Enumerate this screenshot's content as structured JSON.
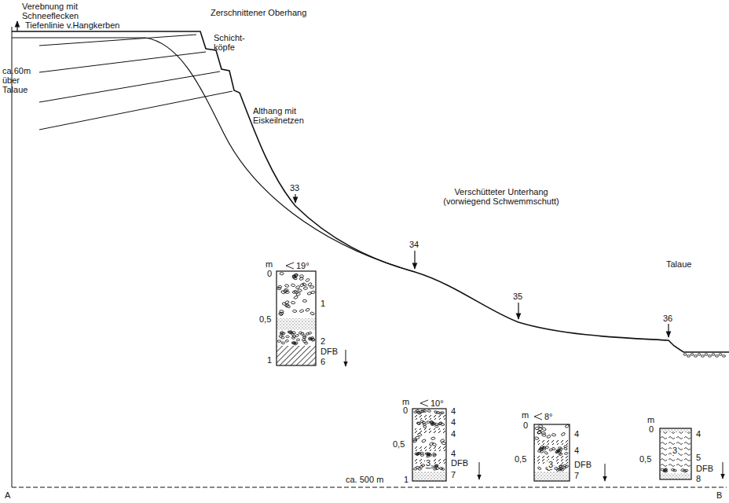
{
  "diagram": {
    "labels": [
      "Verebnung mit Schneeflecken",
      "Zerschnittener Oberhang",
      "Tiefenlinie v.Hangkerben",
      "Schicht- köpfe",
      "ca.60m über Talaue",
      "Althang mit Eiskeilnetzen",
      "33",
      "Verschütteter Unterhang (vorwiegend Schwemmschutt)",
      "34",
      "35",
      "Talaue",
      "36",
      "m",
      "19°",
      "0",
      "1",
      "0,5",
      "2",
      "DFB",
      "1",
      "6",
      "m",
      "10°",
      "0",
      "4",
      "4",
      "4",
      "0,5",
      "4",
      "3",
      "DFB",
      "1",
      "7",
      "m",
      "8°",
      "0",
      "4",
      "4",
      "0,5",
      "3",
      "DFB",
      "7",
      "m",
      "0",
      "4",
      "3",
      "0,5",
      "5",
      "DFB",
      "8",
      "A",
      "ca. 500 m",
      "B"
    ]
  }
}
